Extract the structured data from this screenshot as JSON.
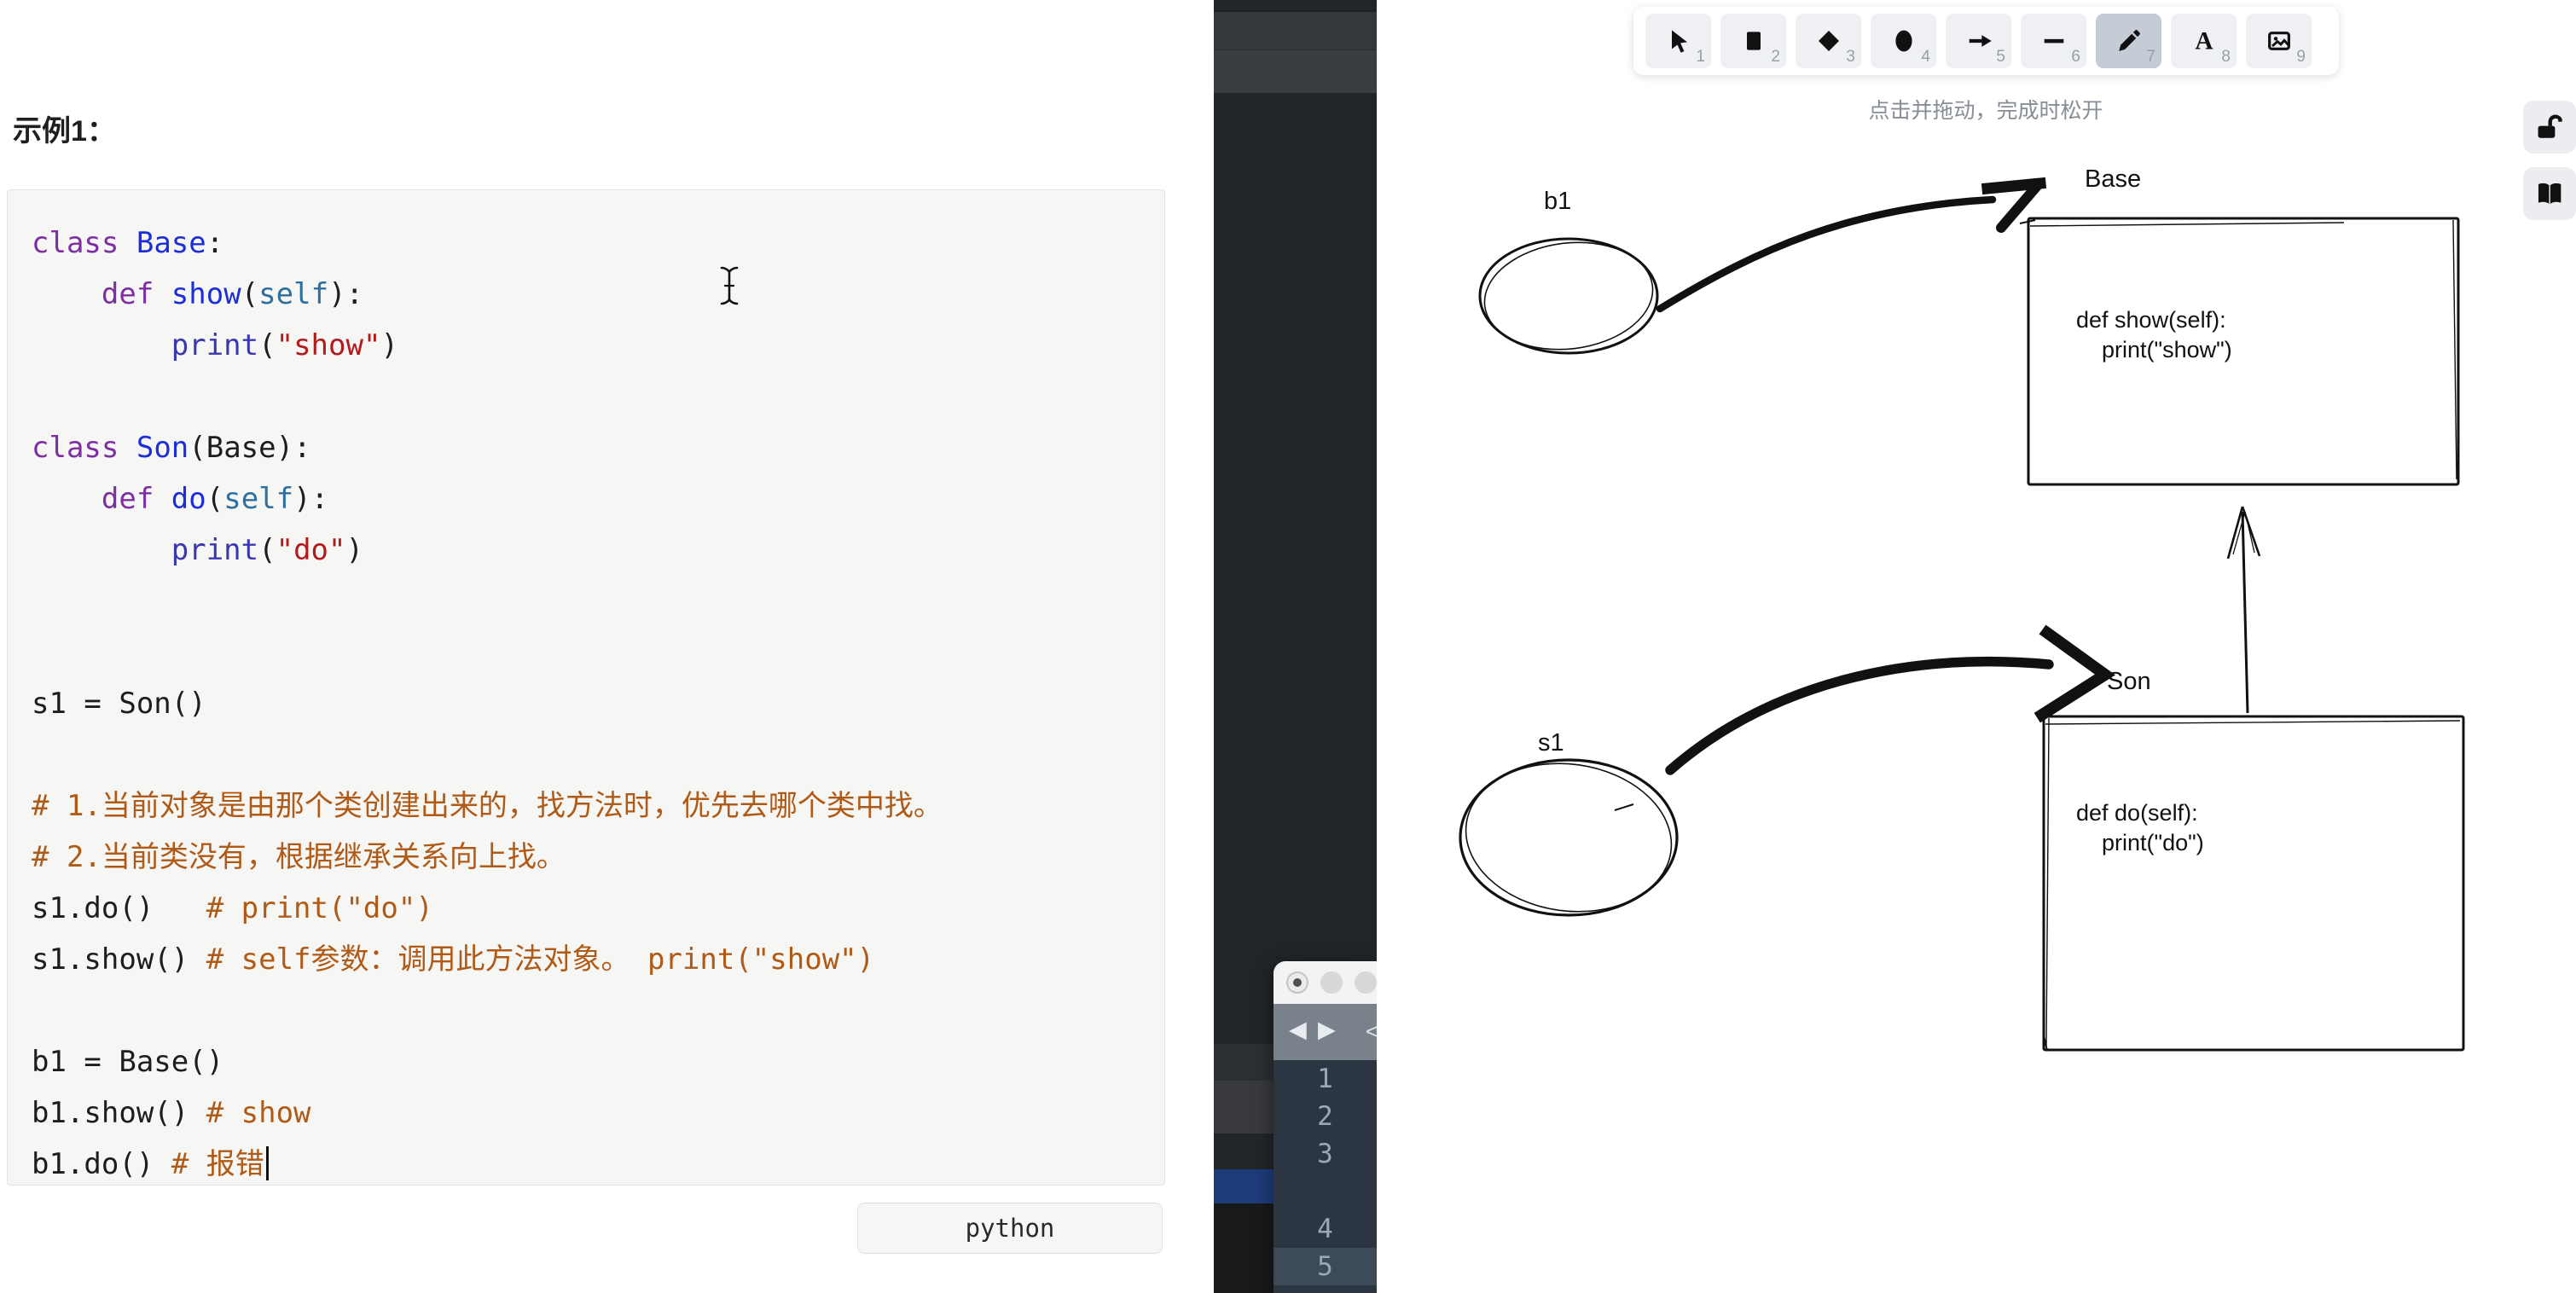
{
  "left_panel": {
    "heading": "示例1：",
    "language_tag": "python",
    "caret_line": 18,
    "code_lines": [
      [
        {
          "c": "k",
          "t": "class"
        },
        {
          "c": "d",
          "t": " "
        },
        {
          "c": "n",
          "t": "Base"
        },
        {
          "c": "d",
          "t": ":"
        }
      ],
      [
        {
          "c": "d",
          "t": "    "
        },
        {
          "c": "k",
          "t": "def"
        },
        {
          "c": "d",
          "t": " "
        },
        {
          "c": "n",
          "t": "show"
        },
        {
          "c": "d",
          "t": "("
        },
        {
          "c": "s",
          "t": "self"
        },
        {
          "c": "d",
          "t": "):"
        }
      ],
      [
        {
          "c": "d",
          "t": "        "
        },
        {
          "c": "p",
          "t": "print"
        },
        {
          "c": "d",
          "t": "("
        },
        {
          "c": "str",
          "t": "\"show\""
        },
        {
          "c": "d",
          "t": ")"
        }
      ],
      [],
      [
        {
          "c": "k",
          "t": "class"
        },
        {
          "c": "d",
          "t": " "
        },
        {
          "c": "n",
          "t": "Son"
        },
        {
          "c": "d",
          "t": "(Base):"
        }
      ],
      [
        {
          "c": "d",
          "t": "    "
        },
        {
          "c": "k",
          "t": "def"
        },
        {
          "c": "d",
          "t": " "
        },
        {
          "c": "n",
          "t": "do"
        },
        {
          "c": "d",
          "t": "("
        },
        {
          "c": "s",
          "t": "self"
        },
        {
          "c": "d",
          "t": "):"
        }
      ],
      [
        {
          "c": "d",
          "t": "        "
        },
        {
          "c": "p",
          "t": "print"
        },
        {
          "c": "d",
          "t": "("
        },
        {
          "c": "str",
          "t": "\"do\""
        },
        {
          "c": "d",
          "t": ")"
        }
      ],
      [],
      [],
      [
        {
          "c": "d",
          "t": "s1 = Son()"
        }
      ],
      [],
      [
        {
          "c": "c",
          "t": "# 1.当前对象是由那个类创建出来的，找方法时，优先去哪个类中找。"
        }
      ],
      [
        {
          "c": "c",
          "t": "# 2.当前类没有，根据继承关系向上找。"
        }
      ],
      [
        {
          "c": "d",
          "t": "s1.do()   "
        },
        {
          "c": "c",
          "t": "# print(\"do\")"
        }
      ],
      [
        {
          "c": "d",
          "t": "s1.show() "
        },
        {
          "c": "c",
          "t": "# self参数：调用此方法对象。 print(\"show\")"
        }
      ],
      [],
      [
        {
          "c": "d",
          "t": "b1 = Base()"
        }
      ],
      [
        {
          "c": "d",
          "t": "b1.show() "
        },
        {
          "c": "c",
          "t": "# show"
        }
      ],
      [
        {
          "c": "d",
          "t": "b1.do() "
        },
        {
          "c": "c",
          "t": "# 报错"
        }
      ]
    ],
    "syntax_colors": {
      "keyword": "#7c2fa3",
      "name": "#1d2ed9",
      "self": "#2d6f9e",
      "builtin": "#3b37b2",
      "string": "#b11b1b",
      "comment": "#b05a18",
      "default": "#1d1d1d"
    }
  },
  "editor_strip": {
    "selected_row_color": "#1e3c7a",
    "window": {
      "nav_prev": "◀",
      "nav_next": "▶",
      "clipped_text": "<",
      "line_numbers": [
        "1",
        "2",
        "3",
        "",
        "4",
        "5"
      ],
      "highlight_row": 5
    }
  },
  "whiteboard": {
    "toolbar": {
      "tools": [
        {
          "key": "selection",
          "shortcut": "1",
          "selected": false
        },
        {
          "key": "rectangle",
          "shortcut": "2",
          "selected": false
        },
        {
          "key": "diamond",
          "shortcut": "3",
          "selected": false
        },
        {
          "key": "ellipse",
          "shortcut": "4",
          "selected": false
        },
        {
          "key": "arrow",
          "shortcut": "5",
          "selected": false
        },
        {
          "key": "line",
          "shortcut": "6",
          "selected": false
        },
        {
          "key": "draw",
          "shortcut": "7",
          "selected": true
        },
        {
          "key": "text",
          "shortcut": "8",
          "selected": false
        },
        {
          "key": "image",
          "shortcut": "9",
          "selected": false
        }
      ],
      "selected_color": "#c6ccd6"
    },
    "hint": "点击并拖动，完成时松开",
    "labels": {
      "b1": "b1",
      "s1": "s1",
      "base": "Base",
      "son": "Son"
    },
    "base_box_code": "def show(self):\n    print(\"show\")",
    "son_box_code": "def do(self):\n    print(\"do\")"
  }
}
